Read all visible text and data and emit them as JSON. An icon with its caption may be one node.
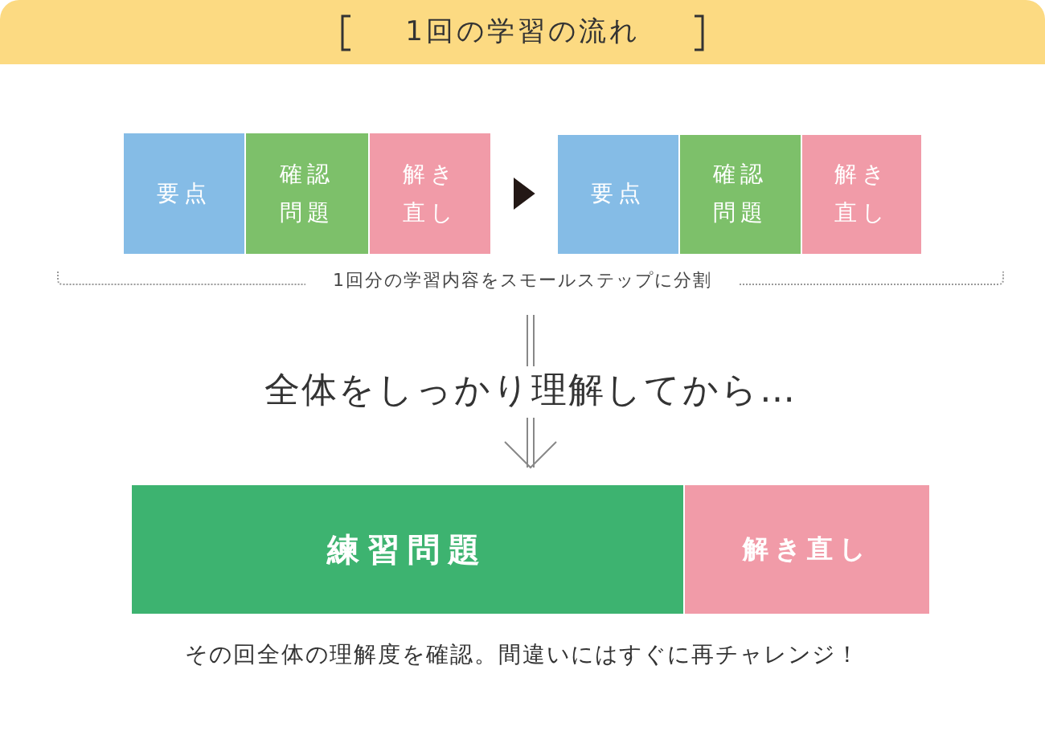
{
  "diagram": {
    "title": "1回の学習の流れ",
    "nodes": [
      {
        "text": [
          "要点"
        ]
      },
      {
        "text": [
          "確認問題"
        ]
      },
      {
        "text": [
          "解き直し"
        ]
      },
      {
        "text": [
          "要点"
        ]
      },
      {
        "text": [
          "確認問題"
        ]
      },
      {
        "text": [
          "解き直し"
        ]
      },
      {
        "text": [
          "練習問題"
        ]
      },
      {
        "text": [
          "解き直し"
        ]
      }
    ],
    "edges": [
      {
        "from": 2,
        "to": 3,
        "arrow": "to"
      }
    ],
    "labels": [
      "1回分の学習内容をスモールステップに分割",
      "全体をしっかり理解してから…",
      "その回全体の理解度を確認。間違いにはすぐに再チャレンジ！"
    ]
  }
}
